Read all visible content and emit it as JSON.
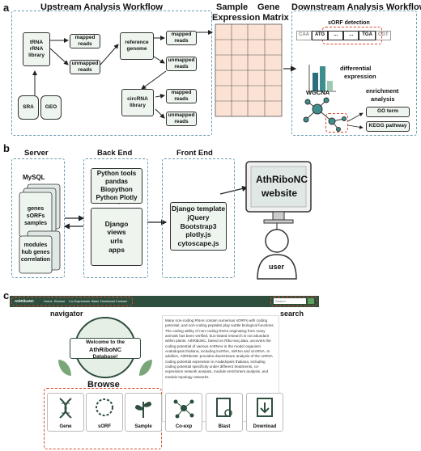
{
  "panel_a": {
    "letter": "a",
    "upstream_title": "Upstream Analysis Workflow",
    "matrix_title_1": "Sample",
    "matrix_title_2": "Gene",
    "matrix_title_3": "Expression Matrix",
    "downstream_title": "Downstream Analysis Workflow",
    "trna_box": "tRNA\nrRNA\nlibrary",
    "sra": "SRA",
    "geo": "GEO",
    "mapped_reads": "mapped\nreads",
    "unmapped_reads": "unmapped\nreads",
    "reference_genome": "reference\ngenome",
    "circrna_library": "circRNA\nlibrary",
    "sorf_detection": "sORF detection",
    "seq_caa": "CAA",
    "seq_atg": "ATG",
    "seq_dots1": "...",
    "seq_dots2": "...",
    "seq_tga": "TGA",
    "seq_cgt": "CGT",
    "differential": "differential",
    "expression": "expression",
    "wgcna": "WGCNA",
    "enrichment": "enrichment",
    "analysis": "analysis",
    "go_term": "GO term",
    "kegg": "KEGG pathway"
  },
  "panel_b": {
    "letter": "b",
    "server": "Server",
    "backend": "Back End",
    "frontend": "Front End",
    "mysql": "MySQL",
    "genes": "genes",
    "sorfs": "sORFs",
    "samples": "samples",
    "modules": "modules",
    "hub_genes": "hub genes",
    "correlation": "correlation",
    "python_tools": "Python tools",
    "pandas": "pandas",
    "biopython": "Biopython",
    "python_plotly": "Python Plotly",
    "django": "Django",
    "views": "views",
    "urls": "urls",
    "apps": "apps",
    "django_template": "Django template",
    "jquery": "jQuery",
    "bootstrap": "Bootstrap3",
    "plotly": "plotly.js",
    "cytoscape": "cytoscape.js",
    "site_name_1": "AthRiboNC",
    "site_name_2": "website",
    "user": "user"
  },
  "panel_c": {
    "letter": "c",
    "navigator": "navigator",
    "search_label": "search",
    "logo": "AthRiboNC",
    "nav_items": [
      "Home",
      "Browse",
      "Co-Expression",
      "Blast",
      "Download",
      "Contact"
    ],
    "search_placeholder": "Search",
    "welcome_1": "Welcome to the",
    "welcome_2": "AthRiboNC",
    "welcome_3": "Database!",
    "browse": "Browse",
    "description": "Many non-coding RNAs contain numerous sORFs with coding potential, and non-coding peptides play subtle biological functions. The coding ability of non-coding RNAs originating from many animals has been verified, but related research is not abundant within plants. AthRiboNC, based on Ribo-seq data, uncovers the coding potential of various ncRNAs in the model organism Arabidopsis thaliana, including lncRNA, miRNA and circRNA. In addition, AthRiboNC provides downstream analysis of the ncRNA coding potential expression in Arabidopsis thaliana, including coding potential specificity under different treatments, co-expression network analysis, module enrichment analysis, and module topology networks.",
    "cards": [
      "Gene",
      "sORF",
      "Sample",
      "Co-exp",
      "Blast",
      "Download"
    ]
  },
  "colors": {
    "dash_blue": "#6d9cb3",
    "dash_red": "#d94a2b",
    "box_fill": "#eef5ef",
    "nav_green": "#2e4e3e",
    "teal": "#3e8e8e",
    "matrix_fill": "#fbe2d4"
  }
}
